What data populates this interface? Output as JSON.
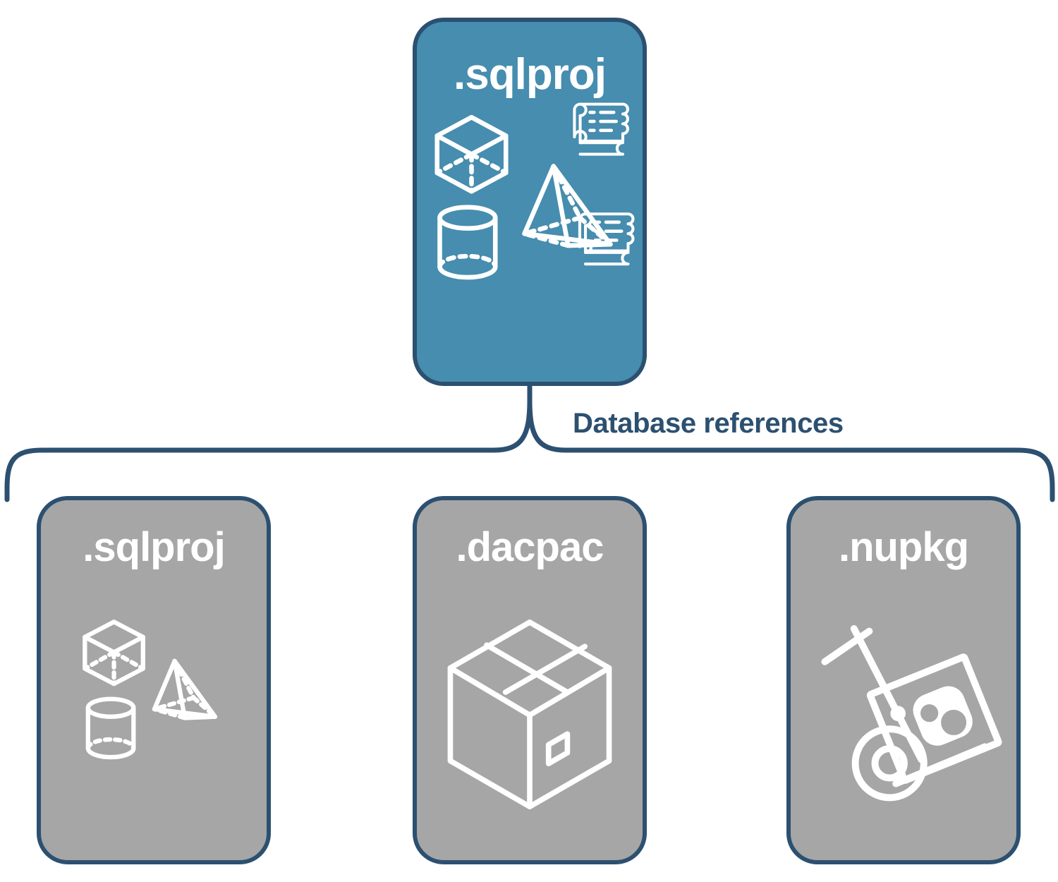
{
  "diagram": {
    "title_text": "Database references",
    "colors": {
      "card_accent_fill": "#468daf",
      "card_neutral_fill": "#a6a6a6",
      "stroke": "#2c5070",
      "icon": "#ffffff",
      "background": "#ffffff"
    },
    "top_node": {
      "label": ".sqlproj",
      "fill": "#468daf",
      "icons": [
        "cube-wireframe-icon",
        "scroll-script-icon",
        "pyramid-wireframe-icon",
        "cylinder-wireframe-icon",
        "scroll-script-icon"
      ]
    },
    "connector": {
      "label": "Database references",
      "style": "curly-brace"
    },
    "child_nodes": [
      {
        "label": ".sqlproj",
        "fill": "#a6a6a6",
        "icons": [
          "cube-wireframe-icon",
          "pyramid-wireframe-icon",
          "cylinder-wireframe-icon"
        ]
      },
      {
        "label": ".dacpac",
        "fill": "#a6a6a6",
        "icons": [
          "shipping-box-icon"
        ]
      },
      {
        "label": ".nupkg",
        "fill": "#a6a6a6",
        "icons": [
          "hand-truck-package-icon",
          "nuget-logo-icon"
        ]
      }
    ]
  }
}
